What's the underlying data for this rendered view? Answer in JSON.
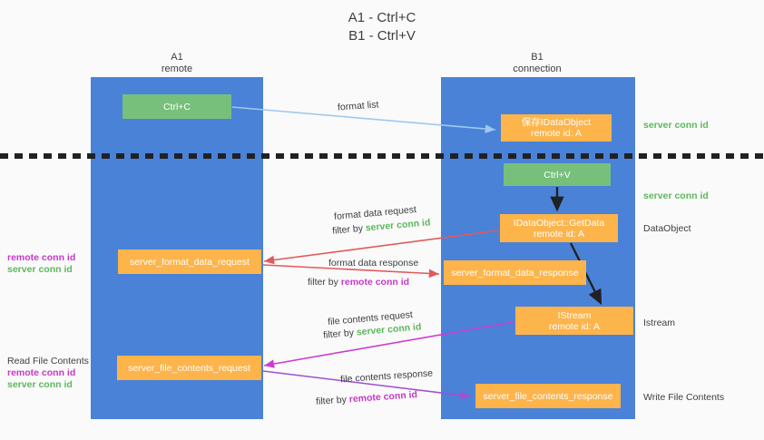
{
  "title": "A1 - Ctrl+C\nB1 - Ctrl+V",
  "columns": {
    "a1": {
      "name": "A1",
      "role": "remote",
      "header": "A1\nremote"
    },
    "b1": {
      "name": "B1",
      "role": "connection",
      "header": "B1\nconnection"
    }
  },
  "boxes": {
    "ctrl_c": "Ctrl+C",
    "save_idataobject": "保存IDataObject\nremote id: A",
    "ctrl_v": "Ctrl+V",
    "getdata": "IDataObject::GetData\nremote id: A",
    "format_data_request": "server_format_data_request",
    "format_data_response": "server_format_data_response",
    "istream": "IStream\nremote id: A",
    "file_contents_request": "server_file_contents_request",
    "file_contents_response": "server_file_contents_response"
  },
  "captions": {
    "format_list": "format list",
    "format_data_request": "format data request",
    "filter_by": "filter by ",
    "server_conn_id": "server conn id",
    "remote_conn_id": "remote conn id",
    "format_data_response": "format data response",
    "file_contents_request": "file contents request",
    "file_contents_response": "file contents response"
  },
  "annotations": {
    "server_conn_id_top": "server conn id",
    "server_conn_id_mid": "server conn id",
    "dataobject": "DataObject",
    "istream": "Istream",
    "write_file_contents": "Write File Contents",
    "read_file_contents": "Read File Contents",
    "remote_conn_id": "remote conn id",
    "server_conn_id": "server conn id"
  },
  "colors": {
    "lane_blue": "#4a82d8",
    "box_green": "#76c07b",
    "box_orange": "#fdb44b",
    "green_text": "#5cb85c",
    "purple_text": "#c838c8",
    "arrow_light_blue": "#9ec9ef",
    "arrow_red": "#e2595c",
    "arrow_magenta": "#cf3ccf",
    "arrow_purple": "#a34fd0",
    "arrow_black": "#202124",
    "background": "#fafafa"
  }
}
